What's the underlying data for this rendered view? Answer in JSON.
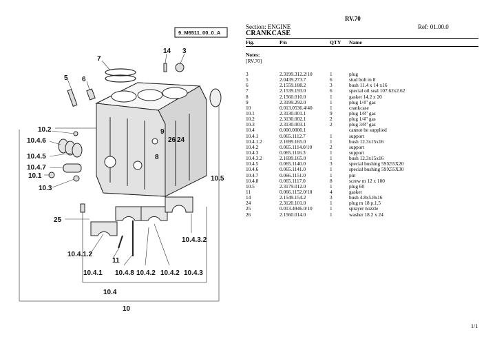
{
  "header": {
    "doc_code": "RV.70",
    "section": "Section: ENGINE",
    "ref": "Ref: 01.00.0",
    "title": "CRANKCASE"
  },
  "table": {
    "columns": [
      "Fig.",
      "P/n",
      "QTY",
      "Name"
    ],
    "notes_title": "Notes:",
    "notes_text": "[RV.70]",
    "rows": [
      {
        "fig": "3",
        "pn": "2.3199.312.2/10",
        "qty": "1",
        "name": "plug"
      },
      {
        "fig": "5",
        "pn": "2.0439.273.7",
        "qty": "6",
        "name": "stud bolt m 8"
      },
      {
        "fig": "6",
        "pn": "2.1559.188.2",
        "qty": "3",
        "name": "bush 11.4 x 14 x16"
      },
      {
        "fig": "7",
        "pn": "2.1539.193.0",
        "qty": "6",
        "name": "special oil seal 107.62x2.62"
      },
      {
        "fig": "8",
        "pn": "2.1560.010.0",
        "qty": "1",
        "name": "gasket 14.2 x 20"
      },
      {
        "fig": "9",
        "pn": "2.3199.292.0",
        "qty": "1",
        "name": "plug 1/4\" gas"
      },
      {
        "fig": "10",
        "pn": "0.013.0536.4/40",
        "qty": "1",
        "name": "crankcase"
      },
      {
        "fig": "10.1",
        "pn": "2.3130.001.1",
        "qty": "9",
        "name": "plug 1/8\" gas"
      },
      {
        "fig": "10.2",
        "pn": "2.3130.002.1",
        "qty": "2",
        "name": "plug 1/4\" gas"
      },
      {
        "fig": "10.3",
        "pn": "2.3130.003.1",
        "qty": "2",
        "name": "plug 3/8\" gas"
      },
      {
        "fig": "10.4",
        "pn": "0.000.0000.1",
        "qty": "",
        "name": "cannot be supplied"
      },
      {
        "fig": "10.4.1",
        "pn": "0.065.1112.7",
        "qty": "1",
        "name": "support"
      },
      {
        "fig": "10.4.1.2",
        "pn": "2.1699.165.0",
        "qty": "1",
        "name": "bush 12.3x15x16"
      },
      {
        "fig": "10.4.2",
        "pn": "0.065.1114.0/10",
        "qty": "2",
        "name": "support"
      },
      {
        "fig": "10.4.3",
        "pn": "0.065.1116.3",
        "qty": "1",
        "name": "support"
      },
      {
        "fig": "10.4.3.2",
        "pn": "2.1699.165.0",
        "qty": "1",
        "name": "bush 12.3x15x16"
      },
      {
        "fig": "10.4.5",
        "pn": "0.065.1140.0",
        "qty": "3",
        "name": "special bushing 59X55X20"
      },
      {
        "fig": "10.4.6",
        "pn": "0.065.1141.0",
        "qty": "1",
        "name": "special bushing 59X55X30"
      },
      {
        "fig": "10.4.7",
        "pn": "0.066.1151.0",
        "qty": "1",
        "name": "pin"
      },
      {
        "fig": "10.4.8",
        "pn": "0.065.1117.0",
        "qty": "8",
        "name": "screw m 12 x 100"
      },
      {
        "fig": "10.5",
        "pn": "2.3179.012.0",
        "qty": "1",
        "name": "plug 60"
      },
      {
        "fig": "11",
        "pn": "0.066.1152.0/10",
        "qty": "4",
        "name": "gasket"
      },
      {
        "fig": "14",
        "pn": "2.1549.154.2",
        "qty": "3",
        "name": "bush 4.8x5.8x16"
      },
      {
        "fig": "24",
        "pn": "2.3120.101.0",
        "qty": "1",
        "name": "plug m 18 p.1.5"
      },
      {
        "fig": "25",
        "pn": "0.013.4946.0/10",
        "qty": "1",
        "name": "sprayer nozzle"
      },
      {
        "fig": "26",
        "pn": "2.1560.014.0",
        "qty": "1",
        "name": "washer 18.2 x 24"
      }
    ]
  },
  "diagram": {
    "drawing_code": "9_M6511_00_0_A",
    "callouts": [
      "14",
      "3",
      "7",
      "5",
      "6",
      "10.2",
      "10.4.6",
      "10.4.5",
      "10.4.7",
      "10.1",
      "10.3",
      "9",
      "26",
      "24",
      "8",
      "10.5",
      "25",
      "10.4.3.2",
      "10.4.1.2",
      "11",
      "10.4.1",
      "10.4.8",
      "10.4.2",
      "10.4.2",
      "10.4.3",
      "10.4",
      "10"
    ]
  },
  "footer": {
    "page": "1/1"
  }
}
